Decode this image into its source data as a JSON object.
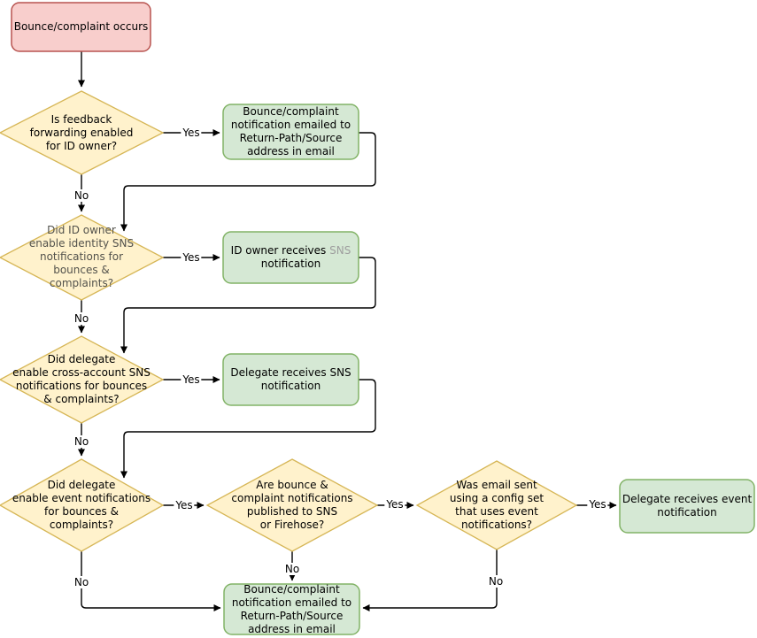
{
  "diagram": {
    "colors": {
      "start_fill": "#F8CECC",
      "start_stroke": "#B85450",
      "decision_fill": "#FFF2CC",
      "decision_stroke": "#D6B656",
      "outcome_fill": "#D5E8D4",
      "outcome_stroke": "#82B366",
      "edge": "#000000",
      "text": "#000000",
      "muted_text": "#9E9E9E"
    },
    "labels": {
      "yes": "Yes",
      "no": "No"
    },
    "nodes": {
      "start": {
        "label": "Bounce/complaint occurs"
      },
      "decision_feedback_forwarding": {
        "label": "Is feedback\nforwarding enabled\nfor ID owner?"
      },
      "outcome_feedback_email_top": {
        "label": "Bounce/complaint\nnotification emailed to\nReturn-Path/Source\naddress in email"
      },
      "decision_identity_sns": {
        "label": "Did ID owner\nenable identity SNS\nnotifications for\nbounces &\ncomplaints?"
      },
      "outcome_id_owner_sns": {
        "line1_pre": "ID owner receives",
        "line1_accent": "SNS",
        "line2": "notification"
      },
      "decision_cross_account_sns": {
        "label": "Did delegate\nenable cross-account SNS\nnotifications for bounces\n& complaints?"
      },
      "outcome_delegate_sns": {
        "label": "Delegate receives SNS\nnotification"
      },
      "decision_event_notifications": {
        "label": "Did delegate\nenable event notifications\nfor bounces &\ncomplaints?"
      },
      "decision_published_sns_firehose": {
        "label": "Are bounce &\ncomplaint notifications\npublished to SNS\nor Firehose?"
      },
      "decision_config_set": {
        "label": "Was email sent\nusing a config set\nthat uses event\nnotifications?"
      },
      "outcome_delegate_event": {
        "label": "Delegate receives event\nnotification"
      },
      "outcome_feedback_email_bottom": {
        "label": "Bounce/complaint\nnotification emailed to\nReturn-Path/Source\naddress in email"
      }
    }
  }
}
